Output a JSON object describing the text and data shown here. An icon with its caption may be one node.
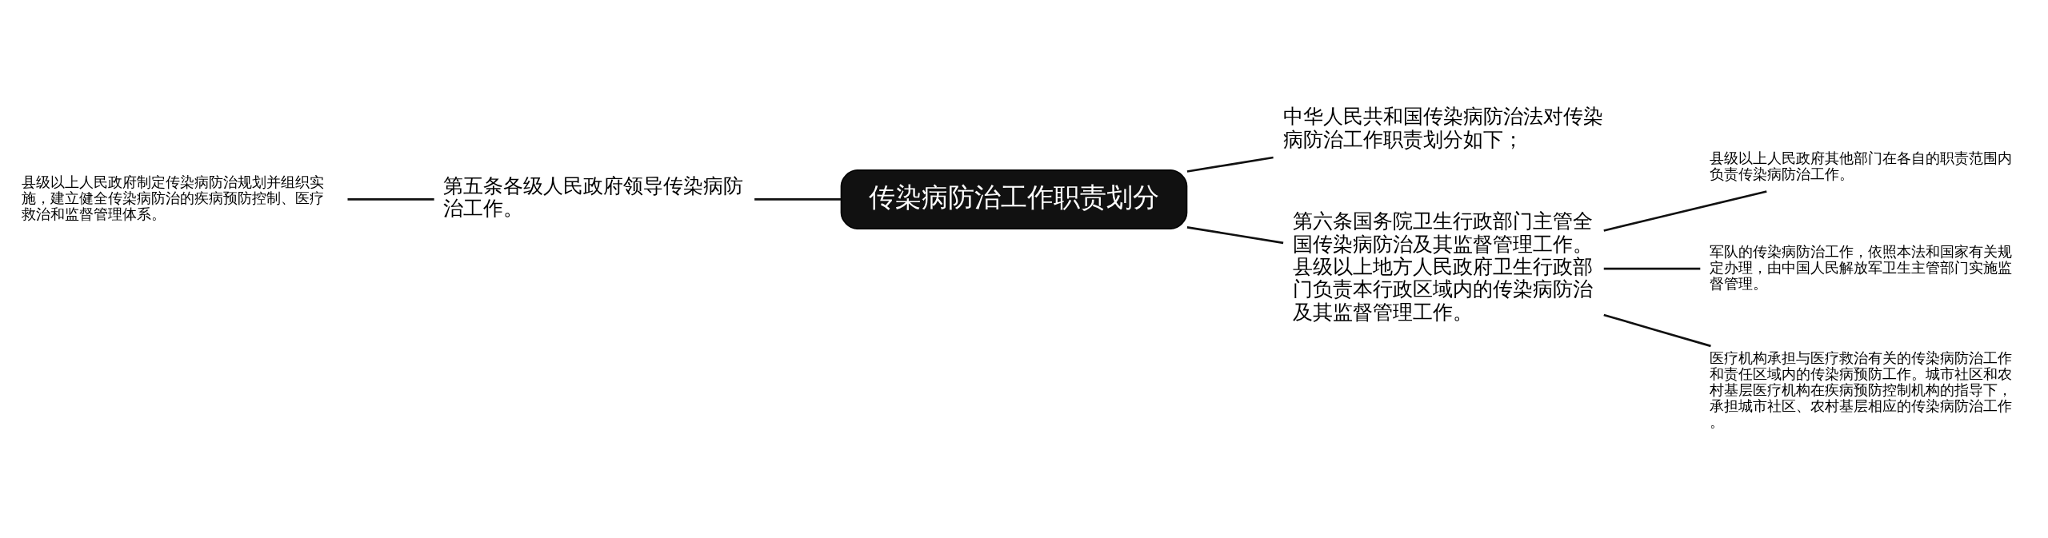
{
  "diagram": {
    "nodes": [
      {
        "text": [
          "传染病防治工作职责划分"
        ]
      },
      {
        "text": [
          "第五条各级人民政府领导传染病防治工作。"
        ]
      },
      {
        "text": [
          "县级以上人民政府制定传染病防治规划并组织实施，建立健全传染病防治的疾病预防控制、医疗救治和监督管理体系。"
        ]
      },
      {
        "text": [
          "中华人民共和国传染病防治法对传染病防治工作职责划分如下；"
        ]
      },
      {
        "text": [
          "第六条国务院卫生行政部门主管全国传染病防治及其监督管理工作。县级以上地方人民政府卫生行政部门负责本行政区域内的传染病防治及其监督管理工作。"
        ]
      },
      {
        "text": [
          "县级以上人民政府其他部门在各自的职责范围内负责传染病防治工作。"
        ]
      },
      {
        "text": [
          "军队的传染病防治工作，依照本法和国家有关规定办理，由中国人民解放军卫生主管部门实施监督管理。"
        ]
      },
      {
        "text": [
          "医疗机构承担与医疗救治有关的传染病防治工作和责任区域内的传染病预防工作。城市社区和农村基层医疗机构在疾病预防控制机构的指导下，承担城市社区、农村基层相应的传染病防治工作。"
        ]
      }
    ],
    "edges": [
      {
        "from": 0,
        "to": 1,
        "arrow": "none"
      },
      {
        "from": 1,
        "to": 2,
        "arrow": "none"
      },
      {
        "from": 0,
        "to": 3,
        "arrow": "none"
      },
      {
        "from": 0,
        "to": 4,
        "arrow": "none"
      },
      {
        "from": 4,
        "to": 5,
        "arrow": "none"
      },
      {
        "from": 4,
        "to": 6,
        "arrow": "none"
      },
      {
        "from": 4,
        "to": 7,
        "arrow": "none"
      }
    ]
  }
}
